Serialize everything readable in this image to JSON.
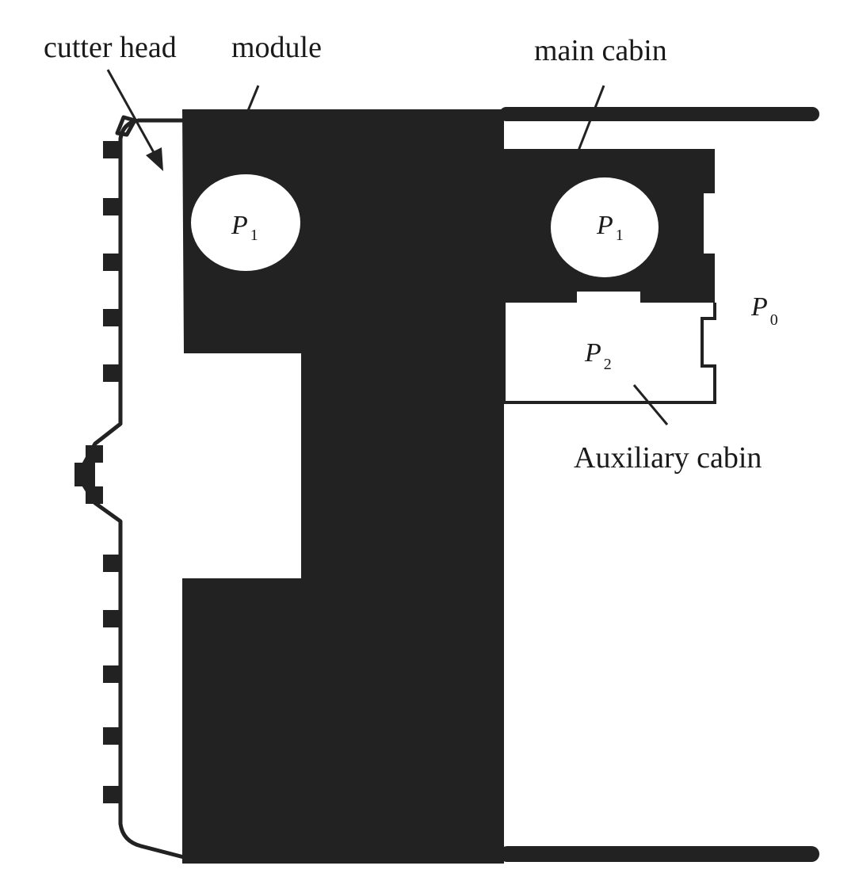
{
  "labels": {
    "cutter_head": "cutter head",
    "module": "module",
    "main_cabin": "main cabin",
    "auxiliary_cabin": "Auxiliary cabin"
  },
  "pressures": {
    "p1_left": {
      "symbol": "P",
      "sub": "1"
    },
    "p1_right": {
      "symbol": "P",
      "sub": "1"
    },
    "p0": {
      "symbol": "P",
      "sub": "0"
    },
    "p2": {
      "symbol": "P",
      "sub": "2"
    }
  },
  "colors": {
    "fill": "#222222",
    "background": "#ffffff"
  }
}
